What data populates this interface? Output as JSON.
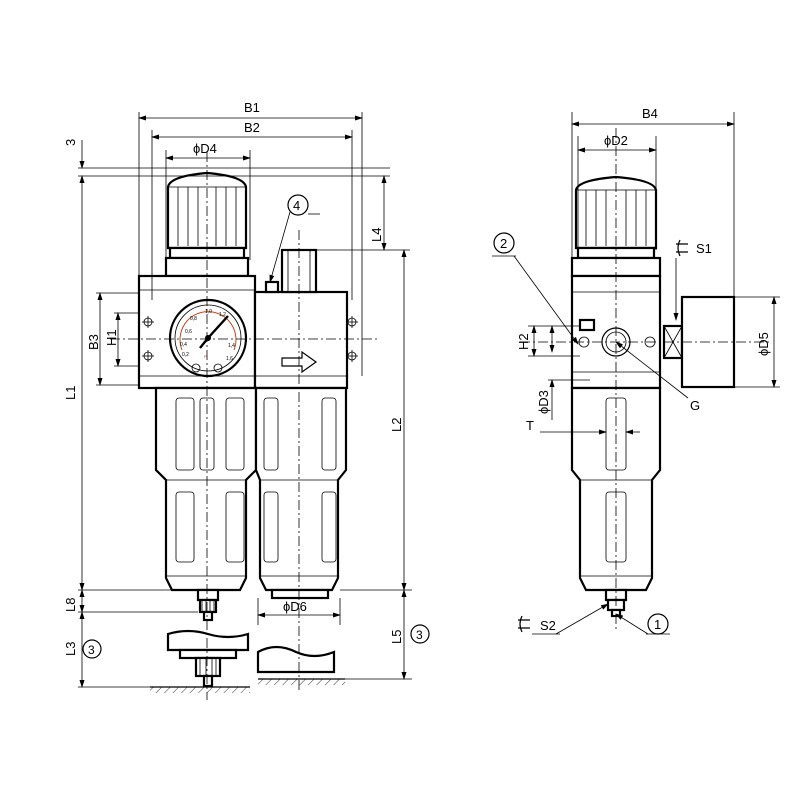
{
  "front_view": {
    "dimensions": {
      "b1": "B1",
      "b2": "B2",
      "d4": "ϕD4",
      "l1": "L1",
      "l2": "L2",
      "l3": "L3",
      "l4": "L4",
      "l5": "L5",
      "l8": "L8",
      "b3": "B3",
      "h1": "H1",
      "d6": "ϕD6",
      "top_offset": "3"
    },
    "callouts": {
      "c4": "4",
      "c3_left": "3",
      "c3_right": "3"
    },
    "gauge": {
      "scale": [
        "0,2",
        "0,4",
        "0,6",
        "0,8",
        "1,0",
        "1,2",
        "1,4",
        "1,6"
      ],
      "outer_scale": [
        "2",
        "4",
        "6",
        "8",
        "10",
        "12",
        "14"
      ],
      "marking": "P"
    }
  },
  "side_view": {
    "dimensions": {
      "b4": "B4",
      "d2": "ϕD2",
      "d3": "ϕD3",
      "d5": "ϕD5",
      "h2": "H2",
      "t": "T"
    },
    "wrench_labels": {
      "s1": "S1",
      "s2": "S2"
    },
    "port_label": "G",
    "callouts": {
      "c2": "2",
      "c1": "1"
    }
  }
}
